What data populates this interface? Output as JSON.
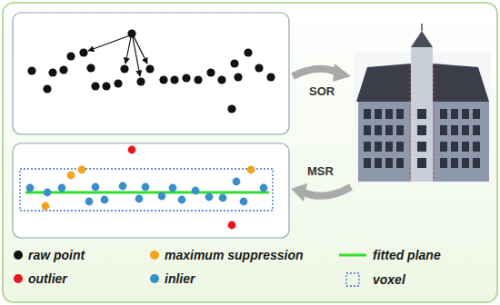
{
  "diagram": {
    "labels": [
      "SOR",
      "MSR"
    ],
    "legend": [
      {
        "text": "raw point",
        "color": "#111111"
      },
      {
        "text": "maximum suppression",
        "color": "#f5a31f"
      },
      {
        "text": "fitted plane"
      },
      {
        "text": "outlier",
        "color": "#e8161b"
      },
      {
        "text": "inlier",
        "color": "#3a8fc8"
      },
      {
        "text": "voxel"
      }
    ]
  }
}
